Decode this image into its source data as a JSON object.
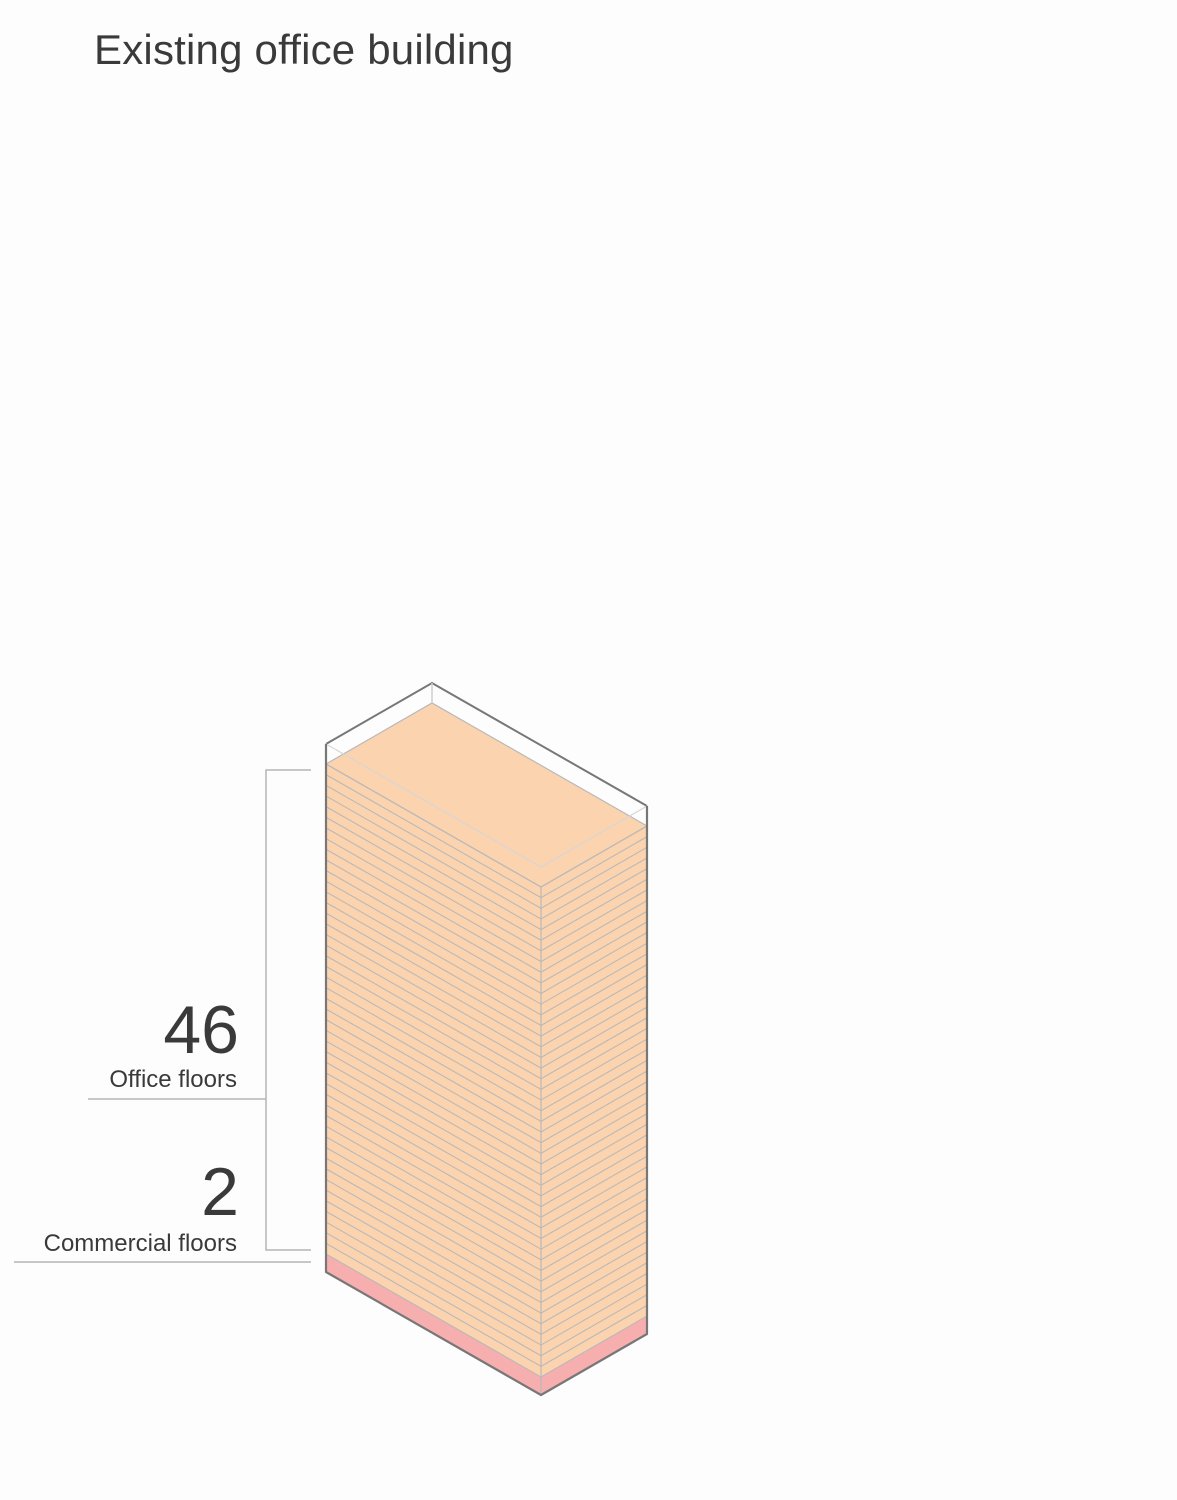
{
  "title": "Existing office building",
  "office": {
    "count": "46",
    "label": "Office floors"
  },
  "commercial": {
    "count": "2",
    "label": "Commercial floors"
  },
  "colors": {
    "office_floor": "#fbd3ae",
    "commercial_floor": "#f7aeae",
    "outline": "#777777",
    "floor_line": "#b9b9b9",
    "bracket": "#b5b5b5"
  }
}
